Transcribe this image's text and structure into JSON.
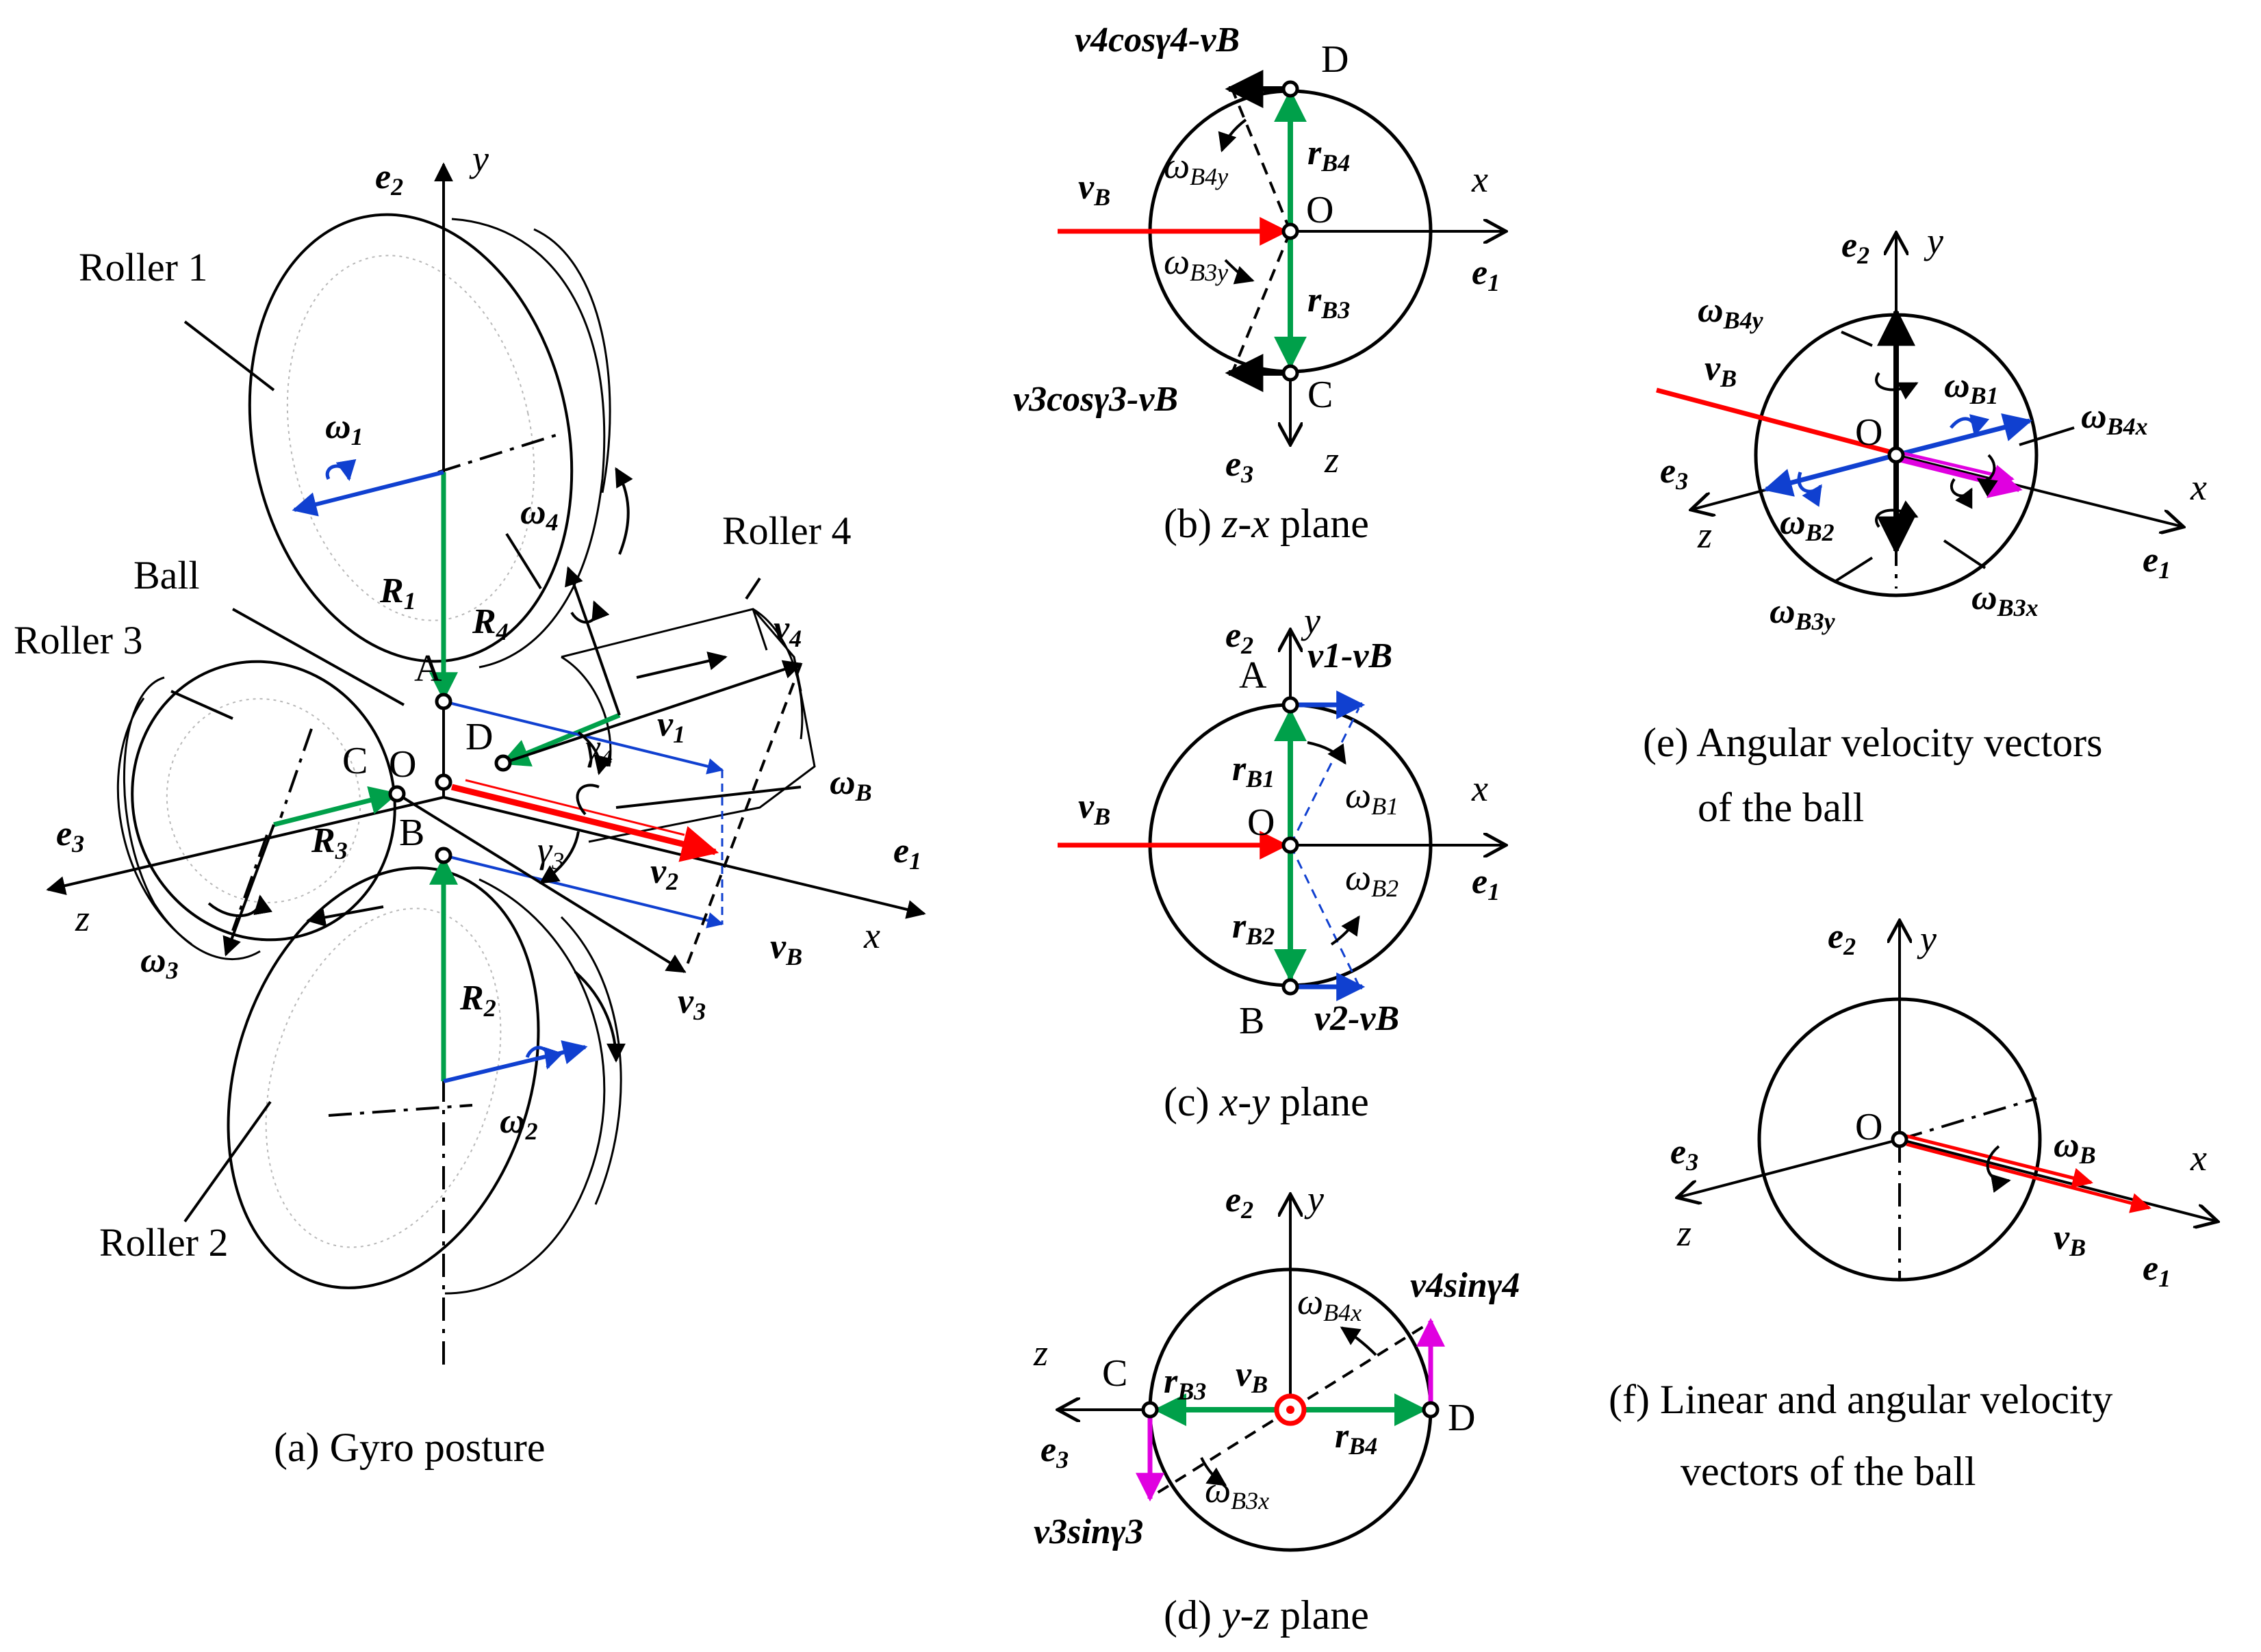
{
  "colors": {
    "red": "#ff0000",
    "green": "#00a04a",
    "blue": "#1040d0",
    "magenta": "#e000e0",
    "black": "#000000"
  },
  "panel_a": {
    "caption": "(a) Gyro posture",
    "roller1": "Roller 1",
    "roller2": "Roller 2",
    "roller3": "Roller 3",
    "roller4": "Roller 4",
    "ball": "Ball",
    "e1": "e",
    "e1_sub": "1",
    "e2": "e",
    "e2_sub": "2",
    "e3": "e",
    "e3_sub": "3",
    "x": "x",
    "y": "y",
    "z": "z",
    "A": "A",
    "B": "B",
    "C": "C",
    "D": "D",
    "O": "O",
    "omega1": "ω",
    "omega1_sub": "1",
    "omega2": "ω",
    "omega2_sub": "2",
    "omega3": "ω",
    "omega3_sub": "3",
    "omega4": "ω",
    "omega4_sub": "4",
    "omegaB": "ω",
    "omegaB_sub": "B",
    "R1": "R",
    "R1_sub": "1",
    "R2": "R",
    "R2_sub": "2",
    "R3": "R",
    "R3_sub": "3",
    "R4": "R",
    "R4_sub": "4",
    "v1": "v",
    "v1_sub": "1",
    "v2": "v",
    "v2_sub": "2",
    "v3": "v",
    "v3_sub": "3",
    "v4": "v",
    "v4_sub": "4",
    "vB": "v",
    "vB_sub": "B",
    "gamma3": "γ",
    "gamma3_sub": "3",
    "gamma4": "γ",
    "gamma4_sub": "4"
  },
  "panel_b": {
    "caption_pre": "(b) ",
    "caption_var": "z-x",
    "caption_post": " plane",
    "D": "D",
    "C": "C",
    "O": "O",
    "x": "x",
    "z": "z",
    "e1": "e",
    "e1_sub": "1",
    "e3": "e",
    "e3_sub": "3",
    "vB": "v",
    "vB_sub": "B",
    "rB4": "r",
    "rB4_sub": "B4",
    "rB3": "r",
    "rB3_sub": "B3",
    "wB4y": "ω",
    "wB4y_sub": "B4y",
    "wB3y": "ω",
    "wB3y_sub": "B3y",
    "top_label": "v4cosγ4-vB",
    "bottom_label": "v3cosγ3-vB"
  },
  "panel_c": {
    "caption_pre": "(c) ",
    "caption_var": "x-y",
    "caption_post": " plane",
    "A": "A",
    "B": "B",
    "O": "O",
    "x": "x",
    "y": "y",
    "e1": "e",
    "e1_sub": "1",
    "e2": "e",
    "e2_sub": "2",
    "vB": "v",
    "vB_sub": "B",
    "rB1": "r",
    "rB1_sub": "B1",
    "rB2": "r",
    "rB2_sub": "B2",
    "wB1": "ω",
    "wB1_sub": "B1",
    "wB2": "ω",
    "wB2_sub": "B2",
    "top_label": "v1-vB",
    "bottom_label": "v2-vB"
  },
  "panel_d": {
    "caption_pre": "(d) ",
    "caption_var": "y-z",
    "caption_post": " plane",
    "C": "C",
    "D": "D",
    "y": "y",
    "z": "z",
    "e2": "e",
    "e2_sub": "2",
    "e3": "e",
    "e3_sub": "3",
    "vB": "v",
    "vB_sub": "B",
    "rB3": "r",
    "rB3_sub": "B3",
    "rB4": "r",
    "rB4_sub": "B4",
    "wB4x": "ω",
    "wB4x_sub": "B4x",
    "wB3x": "ω",
    "wB3x_sub": "B3x",
    "right_label": "v4sinγ4",
    "left_label": "v3sinγ3"
  },
  "panel_e": {
    "caption_line1": "(e) Angular velocity vectors",
    "caption_line2": "of the ball",
    "O": "O",
    "x": "x",
    "y": "y",
    "z": "z",
    "e1": "e",
    "e1_sub": "1",
    "e2": "e",
    "e2_sub": "2",
    "e3": "e",
    "e3_sub": "3",
    "vB": "v",
    "vB_sub": "B",
    "wB1": "ω",
    "wB1_sub": "B1",
    "wB2": "ω",
    "wB2_sub": "B2",
    "wB3x": "ω",
    "wB3x_sub": "B3x",
    "wB3y": "ω",
    "wB3y_sub": "B3y",
    "wB4x": "ω",
    "wB4x_sub": "B4x",
    "wB4y": "ω",
    "wB4y_sub": "B4y"
  },
  "panel_f": {
    "caption_line1": "(f) Linear and angular velocity",
    "caption_line2": "vectors of the ball",
    "O": "O",
    "x": "x",
    "y": "y",
    "z": "z",
    "e1": "e",
    "e1_sub": "1",
    "e2": "e",
    "e2_sub": "2",
    "e3": "e",
    "e3_sub": "3",
    "wB": "ω",
    "wB_sub": "B",
    "vB": "v",
    "vB_sub": "B"
  }
}
